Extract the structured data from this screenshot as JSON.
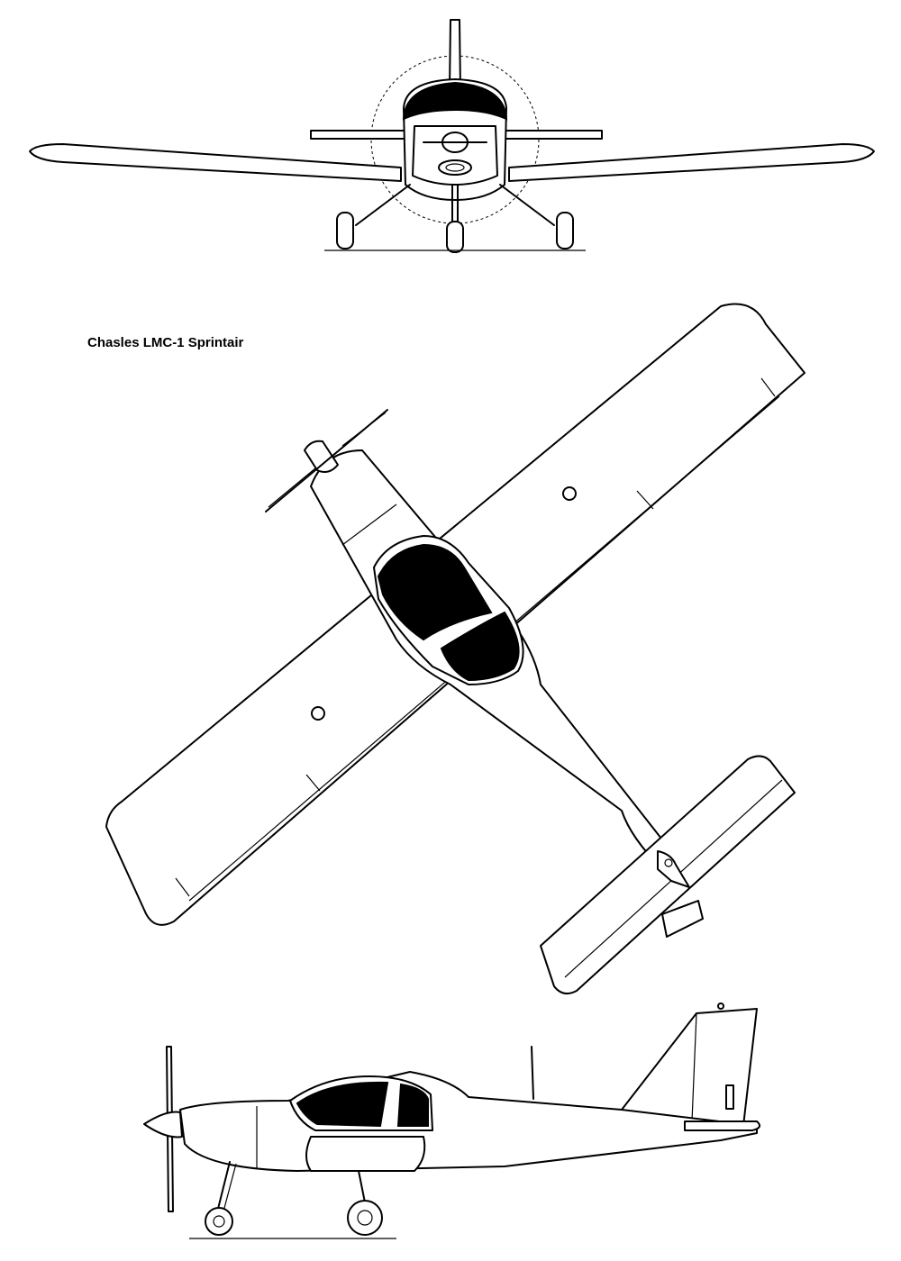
{
  "drawing": {
    "title": "Chasles LMC-1 Sprintair"
  },
  "views": [
    "front",
    "top",
    "side"
  ],
  "colors": {
    "line": "#000000",
    "background": "#ffffff",
    "canopy": "#000000"
  }
}
